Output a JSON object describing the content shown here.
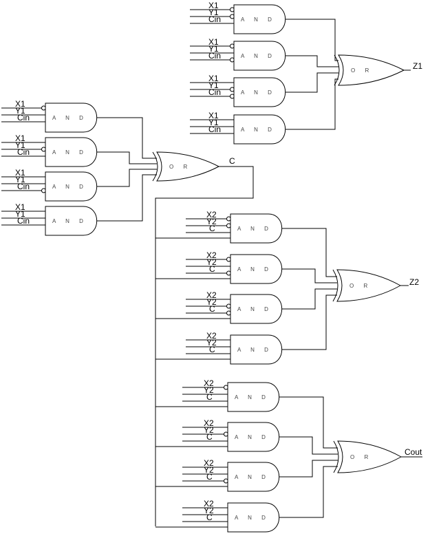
{
  "gate_labels": {
    "and": "A N D",
    "or": "O R"
  },
  "outputs": {
    "z1": "Z1",
    "c": "C",
    "z2": "Z2",
    "cout": "Cout"
  },
  "blocks": [
    {
      "id": "z1",
      "and_gates": [
        {
          "inputs": [
            "X1",
            "Y1",
            "Cin"
          ],
          "inverted": [
            true,
            true,
            false
          ]
        },
        {
          "inputs": [
            "X1",
            "Y1",
            "Cin"
          ],
          "inverted": [
            true,
            false,
            true
          ]
        },
        {
          "inputs": [
            "X1",
            "Y1",
            "Cin"
          ],
          "inverted": [
            false,
            true,
            true
          ]
        },
        {
          "inputs": [
            "X1",
            "Y1",
            "Cin"
          ],
          "inverted": [
            false,
            false,
            false
          ]
        }
      ],
      "output": "Z1"
    },
    {
      "id": "c",
      "and_gates": [
        {
          "inputs": [
            "X1",
            "Y1",
            "Cin"
          ],
          "inverted": [
            true,
            false,
            false
          ]
        },
        {
          "inputs": [
            "X1",
            "Y1",
            "Cin"
          ],
          "inverted": [
            false,
            true,
            false
          ]
        },
        {
          "inputs": [
            "X1",
            "Y1",
            "Cin"
          ],
          "inverted": [
            false,
            false,
            true
          ]
        },
        {
          "inputs": [
            "X1",
            "Y1",
            "Cin"
          ],
          "inverted": [
            false,
            false,
            false
          ]
        }
      ],
      "output": "C"
    },
    {
      "id": "z2",
      "and_gates": [
        {
          "inputs": [
            "X2",
            "Y2",
            "C"
          ],
          "inverted": [
            true,
            true,
            false
          ]
        },
        {
          "inputs": [
            "X2",
            "Y2",
            "C"
          ],
          "inverted": [
            true,
            false,
            true
          ]
        },
        {
          "inputs": [
            "X2",
            "Y2",
            "C"
          ],
          "inverted": [
            false,
            true,
            true
          ]
        },
        {
          "inputs": [
            "X2",
            "Y2",
            "C"
          ],
          "inverted": [
            false,
            false,
            false
          ]
        }
      ],
      "output": "Z2"
    },
    {
      "id": "cout",
      "and_gates": [
        {
          "inputs": [
            "X2",
            "Y2",
            "C"
          ],
          "inverted": [
            true,
            false,
            false
          ]
        },
        {
          "inputs": [
            "X2",
            "Y2",
            "C"
          ],
          "inverted": [
            false,
            true,
            false
          ]
        },
        {
          "inputs": [
            "X2",
            "Y2",
            "C"
          ],
          "inverted": [
            false,
            false,
            true
          ]
        },
        {
          "inputs": [
            "X2",
            "Y2",
            "C"
          ],
          "inverted": [
            false,
            false,
            false
          ]
        }
      ],
      "output": "Cout"
    }
  ]
}
